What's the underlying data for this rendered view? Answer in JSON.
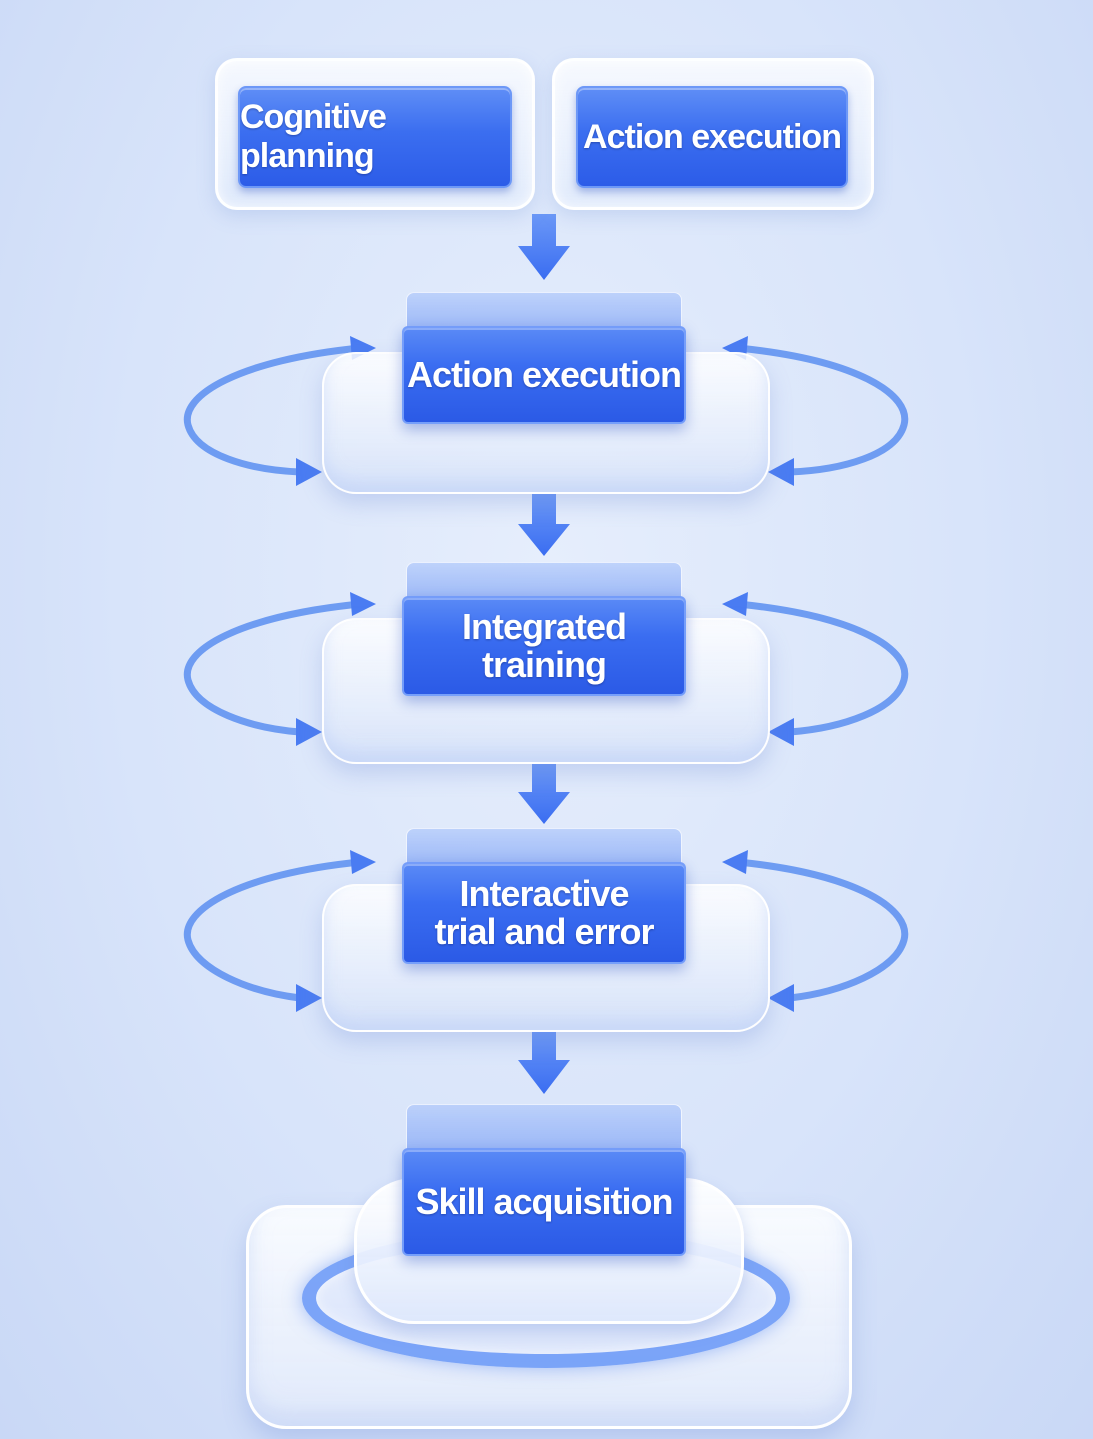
{
  "diagram": {
    "top_boxes": [
      {
        "label": "Cognitive planning"
      },
      {
        "label": "Action execution"
      }
    ],
    "stages": [
      {
        "label": "Action execution",
        "loop": true
      },
      {
        "label": "Integrated training",
        "loop": true
      },
      {
        "label": "Interactive trial and error",
        "loop": true
      },
      {
        "label": "Skill acquisition",
        "loop": false
      }
    ],
    "colors": {
      "block_blue": "#3a6df1",
      "arrow_blue": "#4a7cf2",
      "loop_blue": "#5b8ef0",
      "background": "#dbe6fb"
    }
  }
}
